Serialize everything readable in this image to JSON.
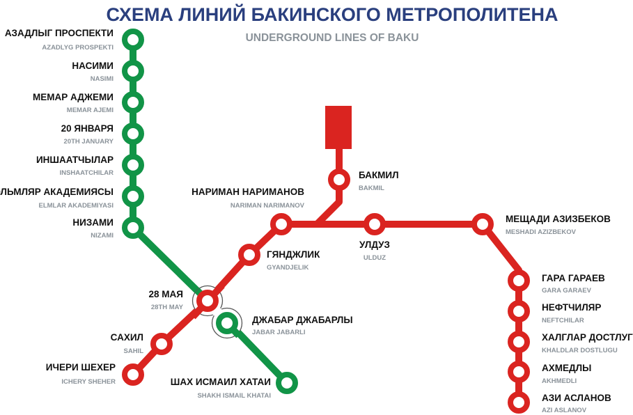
{
  "title": "СХЕМА ЛИНИЙ БАКИНСКОГО МЕТРОПОЛИТЕНА",
  "subtitle": "UNDERGROUND LINES OF BAKU",
  "colors": {
    "title": "#2a3f7e",
    "subtitle": "#8a9299",
    "green_line": "#119447",
    "red_line": "#da2420",
    "station_name": "#111111",
    "station_latin": "#8a9299"
  },
  "stations": {
    "azadlyg": {
      "name": "АЗАДЛЫГ  ПРОСПЕКТИ",
      "latin": "AZADLYG  PROSPEKTI"
    },
    "nasimi": {
      "name": "НАСИМИ",
      "latin": "NASIMI"
    },
    "memar": {
      "name": "МЕМАР АДЖЕМИ",
      "latin": "MEMAR AJEMI"
    },
    "yanvar": {
      "name": "20 ЯНВАРЯ",
      "latin": "20TH JANUARY"
    },
    "inshaat": {
      "name": "ИНШААТЧЫЛАР",
      "latin": "INSHAATCHILAR"
    },
    "elmlar": {
      "name": "ЭЛЬМЛЯР АКАДЕМИЯСЫ",
      "latin": "ELMLAR AKADEMIYASI"
    },
    "nizami": {
      "name": "НИЗАМИ",
      "latin": "NIZAMI"
    },
    "may28": {
      "name": "28 МАЯ",
      "latin": "28TH MAY"
    },
    "jabar": {
      "name": "ДЖАБАР ДЖАБАРЛЫ",
      "latin": "JABAR JABARLI"
    },
    "sahil": {
      "name": "САХИЛ",
      "latin": "SAHIL"
    },
    "icheri": {
      "name": "ИЧЕРИ  ШЕХЕР",
      "latin": "ICHERY SHEHER"
    },
    "shah": {
      "name": "ШАХ ИСМАИЛ ХАТАИ",
      "latin": "SHAKH ISMAIL KHATAI"
    },
    "gyandjelik": {
      "name": "ГЯНДЖЛИК",
      "latin": "GYANDJELIK"
    },
    "nariman": {
      "name": "НАРИМАН НАРИМАНОВ",
      "latin": "NARIMAN NARIMANOV"
    },
    "bakmil": {
      "name": "БАКМИЛ",
      "latin": "BAKMIL"
    },
    "ulduz": {
      "name": "УЛДУЗ",
      "latin": "ULDUZ"
    },
    "meshadi": {
      "name": "МЕЩАДИ АЗИЗБЕКОВ",
      "latin": "MESHADI AZIZBEKOV"
    },
    "gara": {
      "name": "ГАРА ГАРАЕВ",
      "latin": "GARA GARAEV"
    },
    "neft": {
      "name": "НЕФТЧИЛЯР",
      "latin": "NEFTCHILAR"
    },
    "khalglar": {
      "name": "ХАЛГЛАР ДОСТЛУГУ",
      "latin": "KHALDLAR DOSTLUGU"
    },
    "akhmedli": {
      "name": "АХМЕДЛЫ",
      "latin": "AKHMEDLI"
    },
    "azi": {
      "name": "АЗИ АСЛАНОВ",
      "latin": "AZI ASLANOV"
    }
  }
}
